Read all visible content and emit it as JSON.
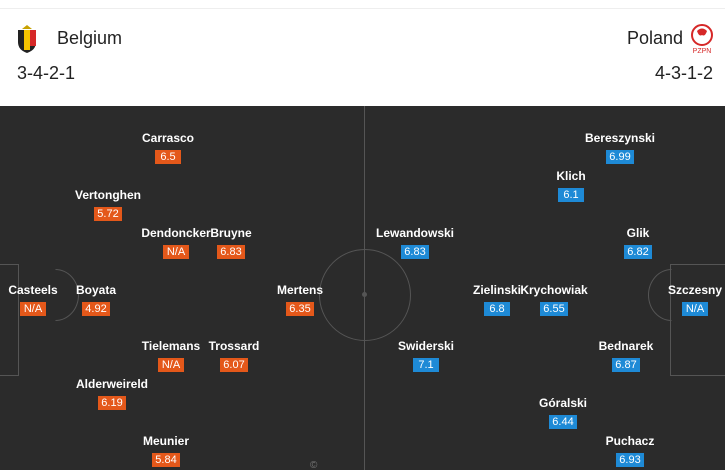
{
  "home": {
    "name": "Belgium",
    "formation": "3-4-2-1",
    "color": "#e4581a"
  },
  "away": {
    "name": "Poland",
    "formation": "4-3-1-2",
    "color": "#1e8ad6",
    "logo_text": "PZPN"
  },
  "home_players": [
    {
      "name": "Carrasco",
      "rating": "6.5"
    },
    {
      "name": "Vertonghen",
      "rating": "5.72"
    },
    {
      "name": "Dendoncker",
      "rating": "N/A"
    },
    {
      "name": "Bruyne",
      "rating": "6.83"
    },
    {
      "name": "Casteels",
      "rating": "N/A"
    },
    {
      "name": "Boyata",
      "rating": "4.92"
    },
    {
      "name": "Mertens",
      "rating": "6.35"
    },
    {
      "name": "Tielemans",
      "rating": "N/A"
    },
    {
      "name": "Trossard",
      "rating": "6.07"
    },
    {
      "name": "Alderweireld",
      "rating": "6.19"
    },
    {
      "name": "Meunier",
      "rating": "5.84"
    }
  ],
  "away_players": [
    {
      "name": "Bereszynski",
      "rating": "6.99"
    },
    {
      "name": "Klich",
      "rating": "6.1"
    },
    {
      "name": "Lewandowski",
      "rating": "6.83"
    },
    {
      "name": "Glik",
      "rating": "6.82"
    },
    {
      "name": "Zielinski",
      "rating": "6.8"
    },
    {
      "name": "Krychowiak",
      "rating": "6.55"
    },
    {
      "name": "Szczesny",
      "rating": "N/A"
    },
    {
      "name": "Swiderski",
      "rating": "7.1"
    },
    {
      "name": "Bednarek",
      "rating": "6.87"
    },
    {
      "name": "Góralski",
      "rating": "6.44"
    },
    {
      "name": "Puchacz",
      "rating": "6.93"
    }
  ]
}
